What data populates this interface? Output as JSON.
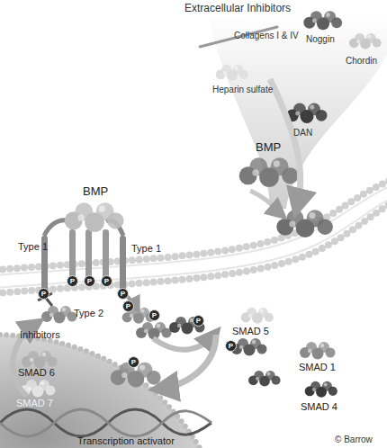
{
  "diagram": {
    "labels": [
      "Extracellular Inhibitors",
      "Collagens I & IV",
      "Noggin",
      "Chordin",
      "Heparin sulfate",
      "DAN",
      "BMP",
      "BMP",
      "Type 1",
      "Type 1",
      "P",
      "P",
      "P",
      "P",
      "P",
      "P",
      "Type 2",
      "Inhibitors",
      "P",
      "P",
      "P",
      "SMAD 5",
      "SMAD 6",
      "P",
      "SMAD 1",
      "SMAD 7",
      "SMAD 4",
      "Transcription activator",
      "© Barrow"
    ]
  }
}
